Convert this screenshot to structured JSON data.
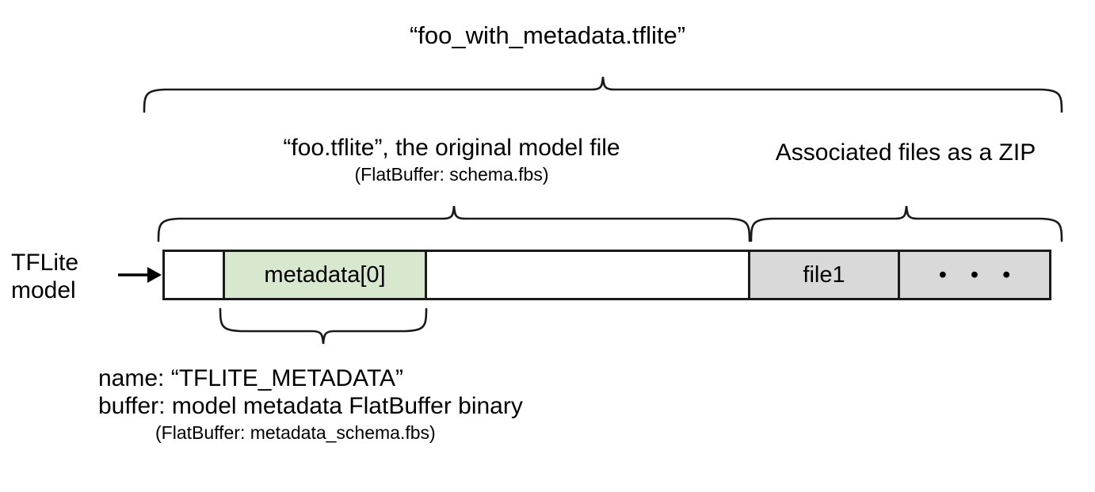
{
  "diagram": {
    "title": "“foo_with_metadata.tflite”",
    "left_label": {
      "line1": "TFLite",
      "line2": "model"
    },
    "model_section": {
      "label": "“foo.tflite”, the original model file",
      "sublabel": "(FlatBuffer: schema.fbs)"
    },
    "zip_section": {
      "label": "Associated files as a ZIP"
    },
    "bar_cells": [
      {
        "name": "leading-empty",
        "label": "",
        "fill": "#ffffff"
      },
      {
        "name": "metadata",
        "label": "metadata[0]",
        "fill": "#d7e8cf"
      },
      {
        "name": "model-body-empty",
        "label": "",
        "fill": "#ffffff"
      },
      {
        "name": "file1",
        "label": "file1",
        "fill": "#d9d9d9"
      },
      {
        "name": "more-files",
        "label": "• • •",
        "fill": "#d9d9d9"
      }
    ],
    "metadata_annotation": {
      "name_line": "name: “TFLITE_METADATA”",
      "buffer_line": "buffer: model metadata FlatBuffer binary",
      "sub_line": "(FlatBuffer: metadata_schema.fbs)"
    },
    "colors": {
      "stroke": "#1a1a1a",
      "metadata_fill": "#d7e8cf",
      "zip_fill": "#d9d9d9",
      "background": "#ffffff",
      "text": "#000000"
    },
    "icons": {
      "input_arrow": "arrow-right-icon"
    }
  }
}
